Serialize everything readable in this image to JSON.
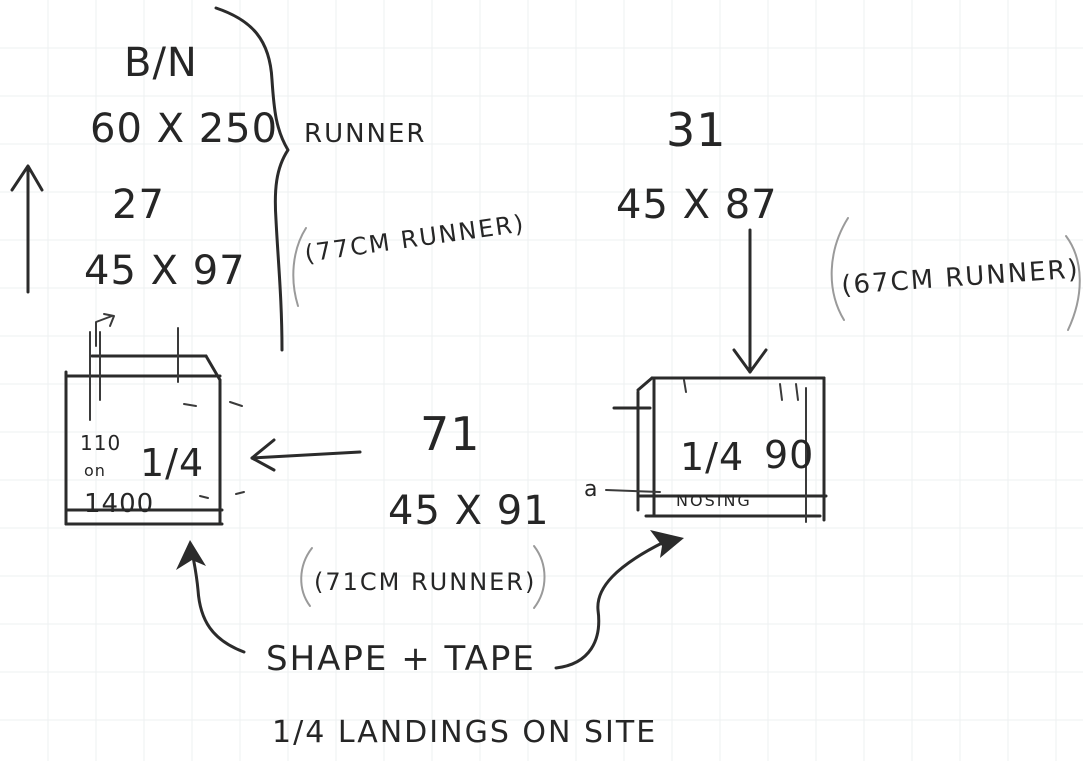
{
  "labels": {
    "top_flight_ref": "B/N",
    "top_flight_dims": "60 X 250",
    "top_runner": "RUNNER",
    "step_27_ref": "27",
    "step_27_dims": "45 X 97",
    "runner_77": "(77CM RUNNER)",
    "step_31_ref": "31",
    "step_31_dims": "45 X 87",
    "runner_67": "(67CM RUNNER)",
    "step_71_ref": "71",
    "step_71_dims": "45 X 91",
    "runner_71": "(71CM RUNNER)",
    "left_landing_110": "110",
    "left_landing_on": "on",
    "left_landing_fraction": "1/4",
    "left_landing_1400": "1400",
    "right_landing_fraction": "1/4",
    "right_landing_90": "90",
    "right_landing_nosing": "NOSING",
    "right_small_a": "a",
    "shape_tape": "SHAPE + TAPE",
    "landings_note": "1/4 LANDINGS ON SITE"
  }
}
